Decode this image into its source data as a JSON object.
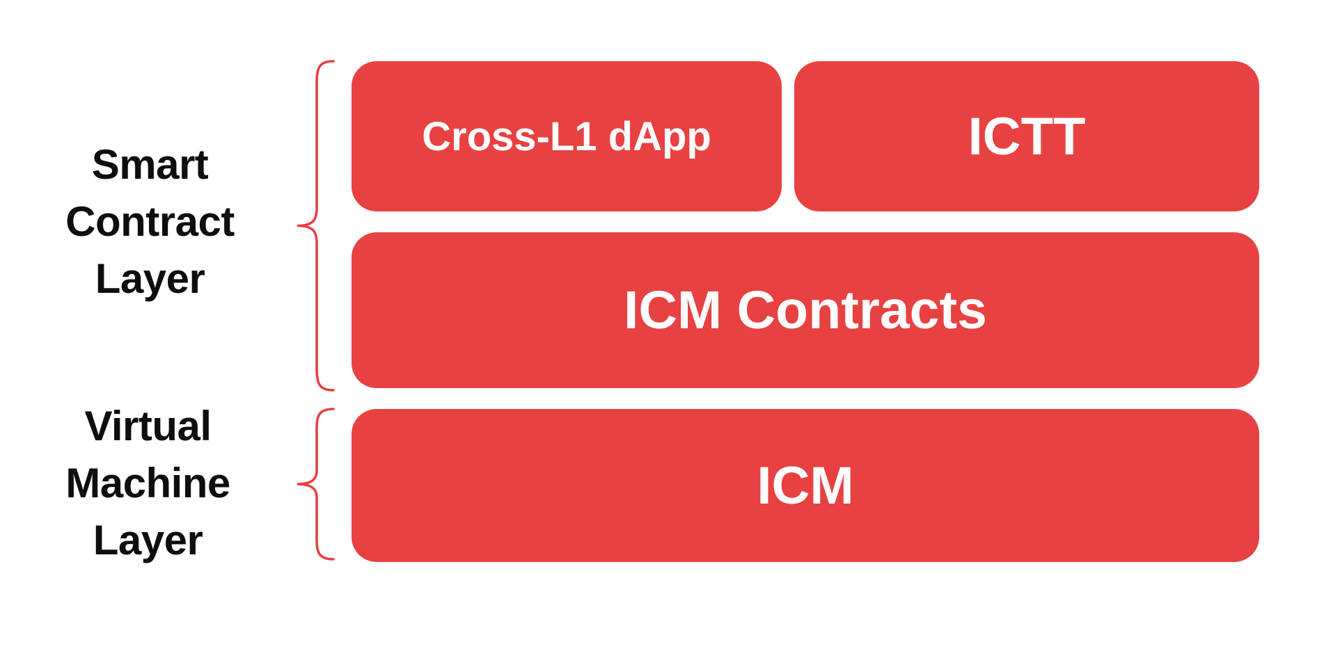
{
  "colors": {
    "background": "#ffffff",
    "box_fill": "#e84142",
    "box_text": "#ffffff",
    "brace_stroke": "#ea3d41",
    "label_text": "#0e0e0e"
  },
  "layers": [
    {
      "label": "Smart Contract Layer"
    },
    {
      "label": "Virtual Machine Layer"
    }
  ],
  "boxes": [
    {
      "label": "Cross-L1 dApp"
    },
    {
      "label": "ICTT"
    },
    {
      "label": "ICM Contracts"
    },
    {
      "label": "ICM"
    }
  ]
}
